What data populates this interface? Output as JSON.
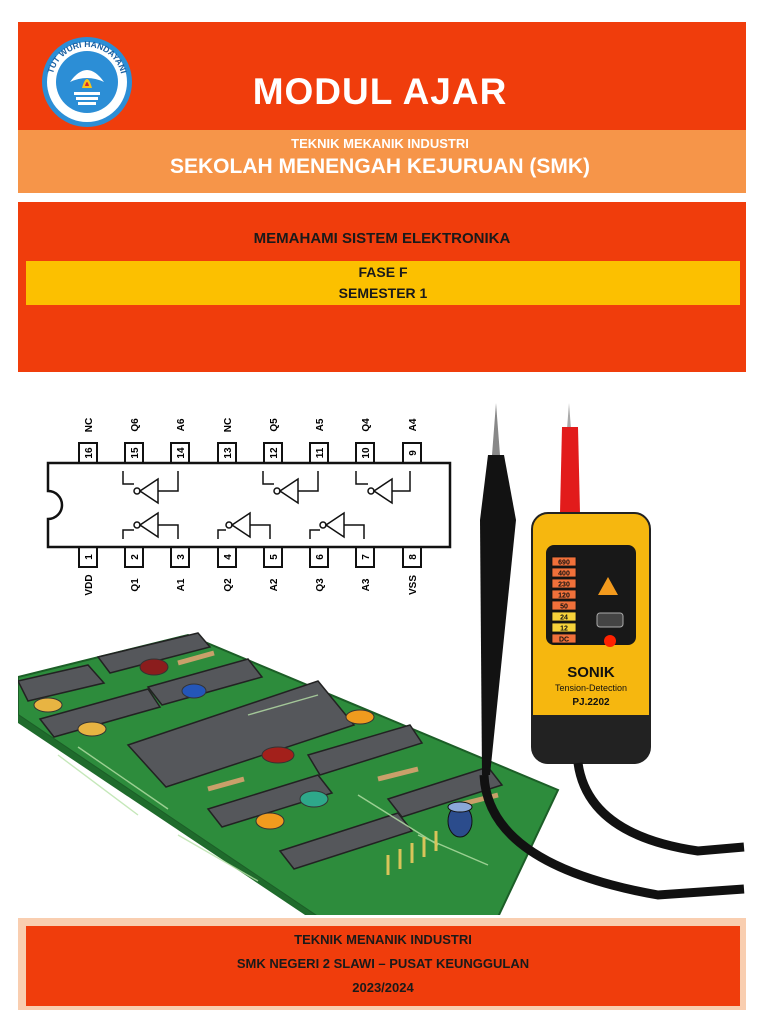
{
  "header": {
    "logo_text": "TUT WURI HANDAYANI",
    "title": "MODUL AJAR",
    "subtitle_small": "TEKNIK MEKANIK INDUSTRI",
    "subtitle_large": "SEKOLAH MENENGAH KEJURUAN (SMK)"
  },
  "module": {
    "title": "MEMAHAMI SISTEM ELEKTRONIKA",
    "fase": "FASE F",
    "semester": "SEMESTER 1"
  },
  "ic_diagram": {
    "top_pins": [
      {
        "num": "16",
        "label": "NC"
      },
      {
        "num": "15",
        "label": "Q6"
      },
      {
        "num": "14",
        "label": "A6"
      },
      {
        "num": "13",
        "label": "NC"
      },
      {
        "num": "12",
        "label": "Q5"
      },
      {
        "num": "11",
        "label": "A5"
      },
      {
        "num": "10",
        "label": "Q4"
      },
      {
        "num": "9",
        "label": "A4"
      }
    ],
    "bottom_pins": [
      {
        "num": "1",
        "label": "VDD"
      },
      {
        "num": "2",
        "label": "Q1"
      },
      {
        "num": "3",
        "label": "A1"
      },
      {
        "num": "4",
        "label": "Q2"
      },
      {
        "num": "5",
        "label": "A2"
      },
      {
        "num": "6",
        "label": "Q3"
      },
      {
        "num": "7",
        "label": "A3"
      },
      {
        "num": "8",
        "label": "VSS"
      }
    ]
  },
  "tester": {
    "scale": [
      "690",
      "400",
      "230",
      "120",
      "50",
      "24",
      "12",
      "DC"
    ],
    "brand": "SONIK",
    "tagline": "Tension-Detection",
    "model": "PJ.2202"
  },
  "footer": {
    "line1": "TEKNIK MENANIK INDUSTRI",
    "line2": "SMK NEGERI 2 SLAWI – PUSAT KEUNGGULAN",
    "line3": "2023/2024"
  },
  "colors": {
    "red": "#f03d0c",
    "orange": "#f69549",
    "yellow": "#fcc000",
    "peach": "#f9ceb0",
    "pcb_green": "#2d8c3c"
  }
}
